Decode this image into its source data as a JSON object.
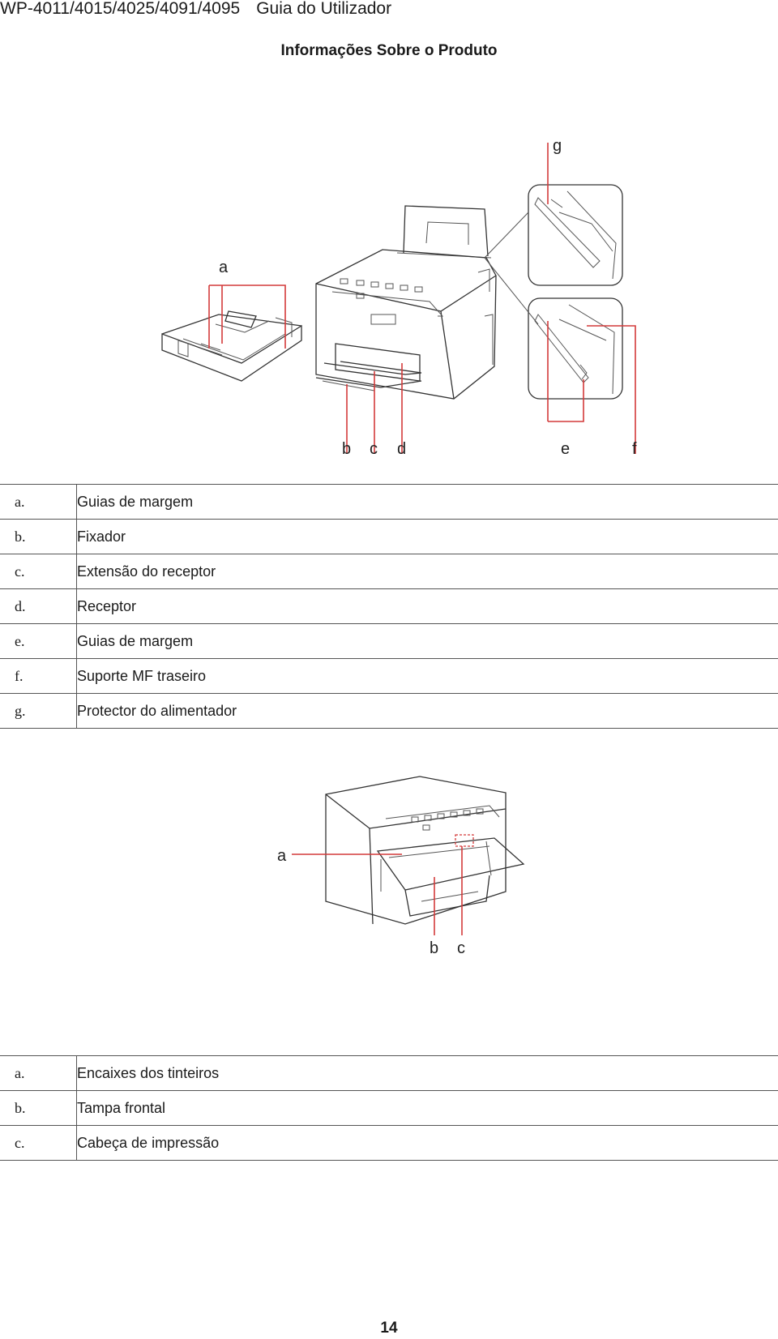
{
  "header": {
    "model": "WP-4011/4015/4025/4091/4095",
    "guide": "Guia do Utilizador"
  },
  "section_title": "Informações Sobre o Produto",
  "figure1": {
    "callouts": {
      "a": "a",
      "b": "b",
      "c": "c",
      "d": "d",
      "e": "e",
      "f": "f",
      "g": "g"
    }
  },
  "table1": {
    "rows": [
      {
        "key": "a.",
        "value": "Guias de margem"
      },
      {
        "key": "b.",
        "value": "Fixador"
      },
      {
        "key": "c.",
        "value": "Extensão do receptor"
      },
      {
        "key": "d.",
        "value": "Receptor"
      },
      {
        "key": "e.",
        "value": "Guias de margem"
      },
      {
        "key": "f.",
        "value": "Suporte MF traseiro"
      },
      {
        "key": "g.",
        "value": "Protector do alimentador"
      }
    ]
  },
  "figure2": {
    "callouts": {
      "a": "a",
      "b": "b",
      "c": "c"
    }
  },
  "table2": {
    "rows": [
      {
        "key": "a.",
        "value": "Encaixes dos tinteiros"
      },
      {
        "key": "b.",
        "value": "Tampa frontal"
      },
      {
        "key": "c.",
        "value": "Cabeça de impressão"
      }
    ]
  },
  "page_number": "14"
}
